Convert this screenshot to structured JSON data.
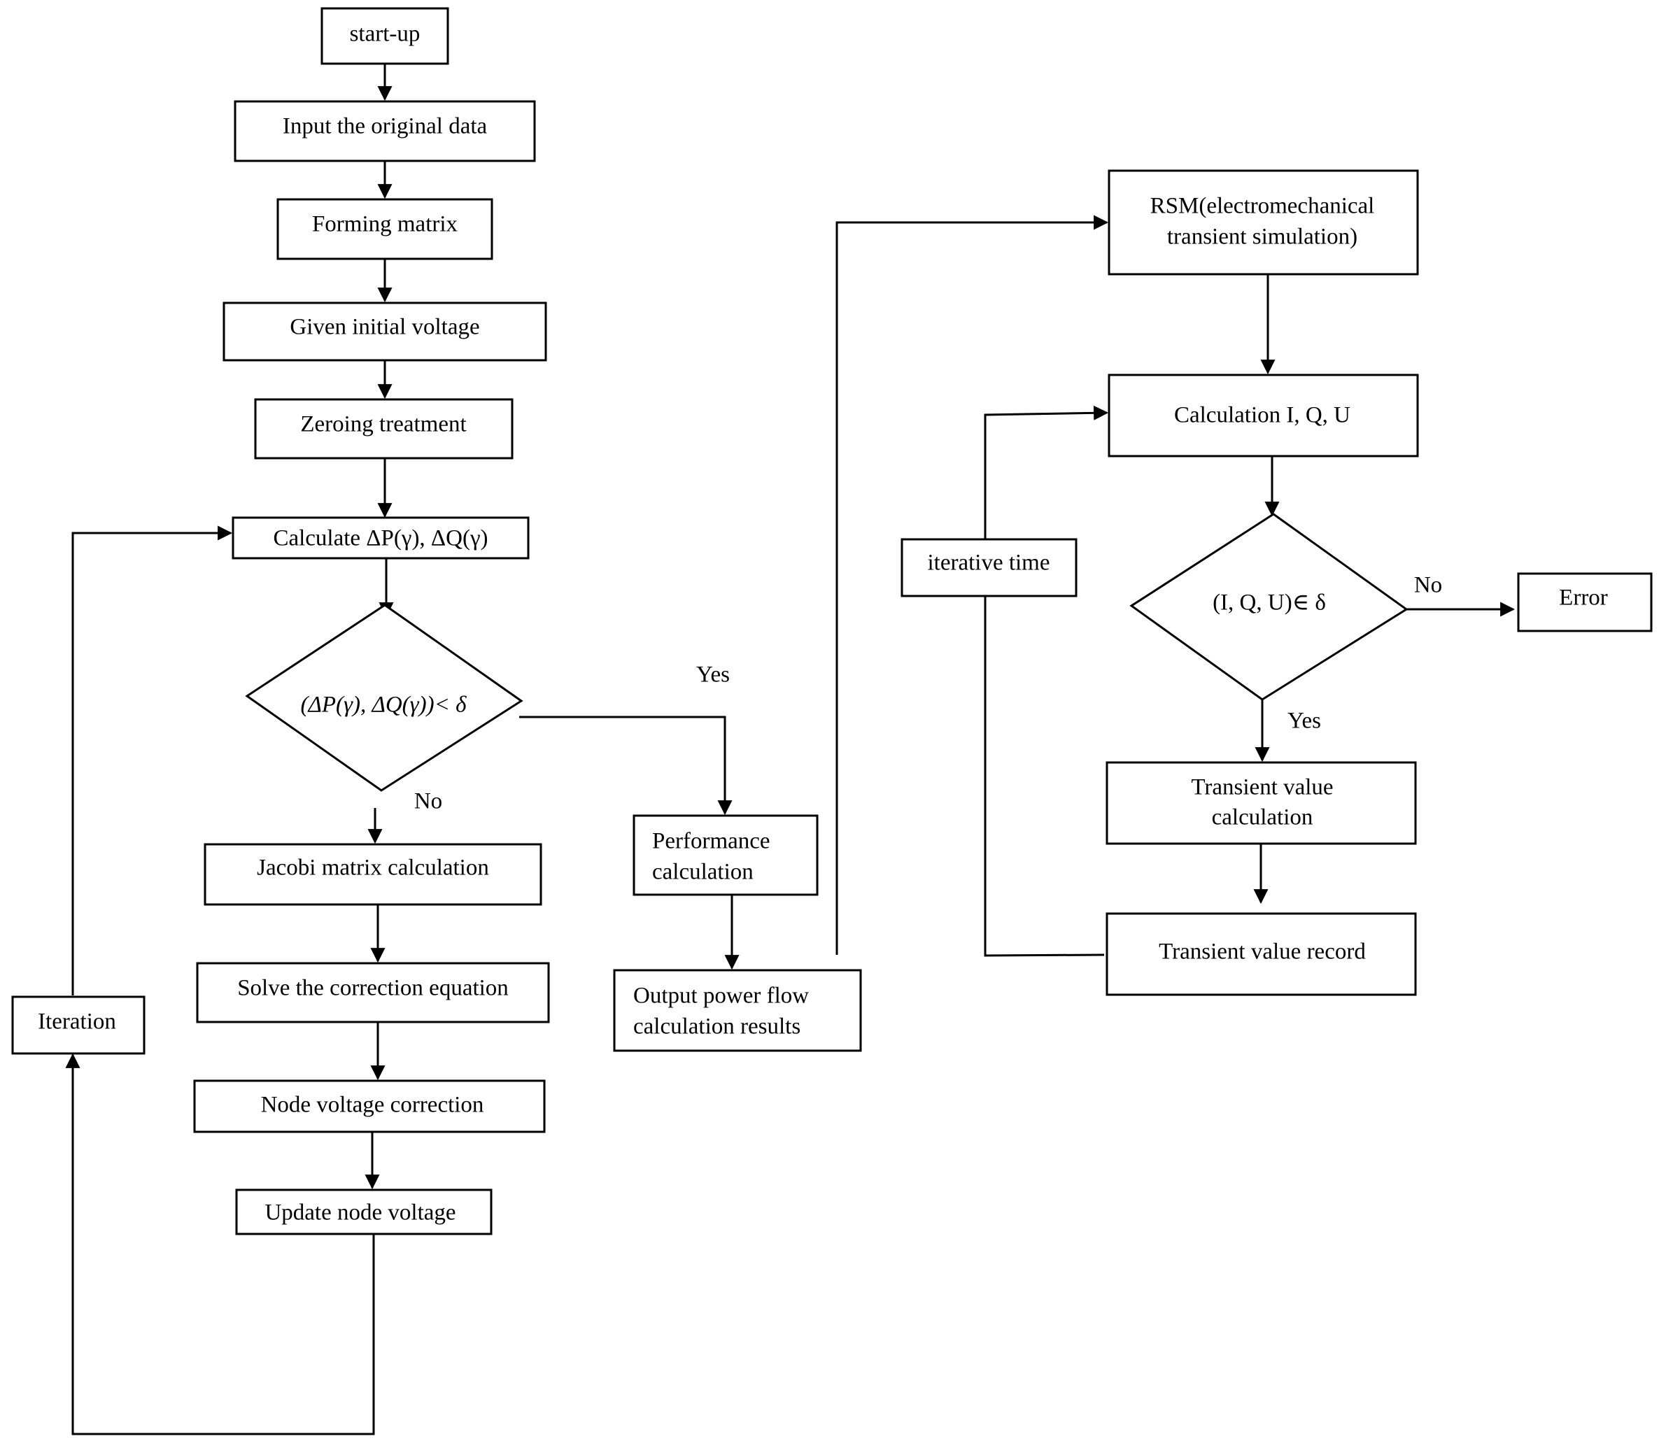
{
  "nodes": {
    "start": "start-up",
    "input": "Input the original data",
    "forming": "Forming matrix",
    "given_voltage": "Given initial voltage",
    "zeroing": "Zeroing treatment",
    "calc_delta": "Calculate ΔP(γ), ΔQ(γ)",
    "condition_left": "(ΔP(γ), ΔQ(γ))< δ",
    "jacobi": "Jacobi matrix calculation",
    "solve": "Solve the correction equation",
    "node_correction": "Node voltage correction",
    "update": "Update node voltage",
    "iteration": "Iteration",
    "performance_line1": "Performance",
    "performance_line2": "calculation",
    "output_line1": "Output power flow",
    "output_line2": "calculation results",
    "rsm_line1": "RSM(electromechanical",
    "rsm_line2": "transient simulation)",
    "calc_iqu": "Calculation I, Q, U",
    "condition_right": "(I, Q, U)∈ δ",
    "error": "Error",
    "transient_calc_line1": "Transient value",
    "transient_calc_line2": "calculation",
    "transient_record": "Transient value record",
    "iterative_time": "iterative time"
  },
  "edge_labels": {
    "left_yes": "Yes",
    "left_no": "No",
    "right_yes": "Yes",
    "right_no": "No"
  }
}
